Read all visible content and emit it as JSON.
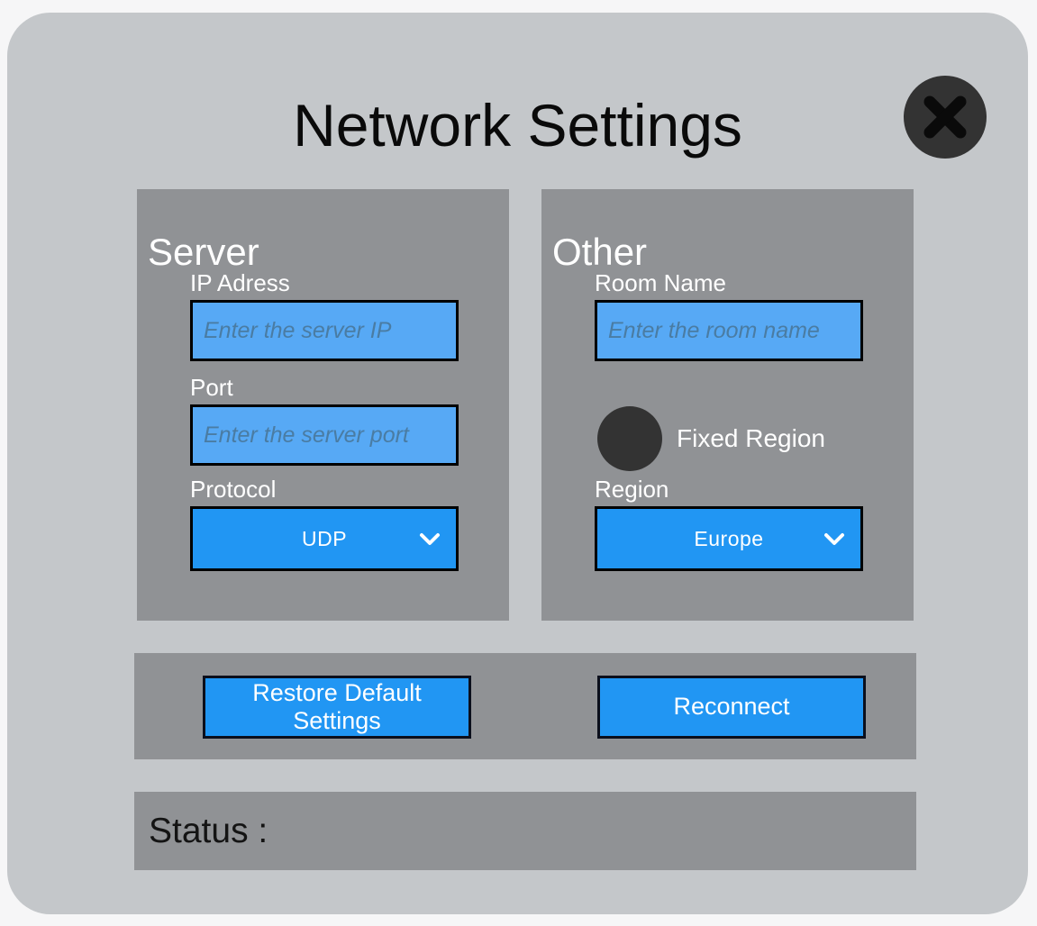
{
  "dialog": {
    "title": "Network Settings",
    "close_label": "close-icon"
  },
  "panels": {
    "server": {
      "heading": "Server",
      "fields": {
        "ip": {
          "label": "IP Adress",
          "value": "",
          "placeholder": "Enter the server IP"
        },
        "port": {
          "label": "Port",
          "value": "",
          "placeholder": "Enter the server port"
        },
        "protocol": {
          "label": "Protocol",
          "selected": "UDP"
        }
      }
    },
    "other": {
      "heading": "Other",
      "fields": {
        "room": {
          "label": "Room Name",
          "value": "",
          "placeholder": "Enter the room name"
        },
        "fixed_region": {
          "label": "Fixed Region"
        },
        "region": {
          "label": "Region",
          "selected": "Europe"
        }
      }
    }
  },
  "actions": {
    "restore": "Restore Default Settings",
    "reconnect": "Reconnect"
  },
  "status": {
    "text": "Status :"
  },
  "colors": {
    "page_background": "#f6f6f7",
    "dialog_background": "#c4c7ca",
    "panel_background": "#909295",
    "input_blue": "#57a9f5",
    "accent_blue": "#2196f3",
    "dark_circle": "#333333",
    "label_white": "#ffffff",
    "title_black": "#0a0a0a"
  }
}
